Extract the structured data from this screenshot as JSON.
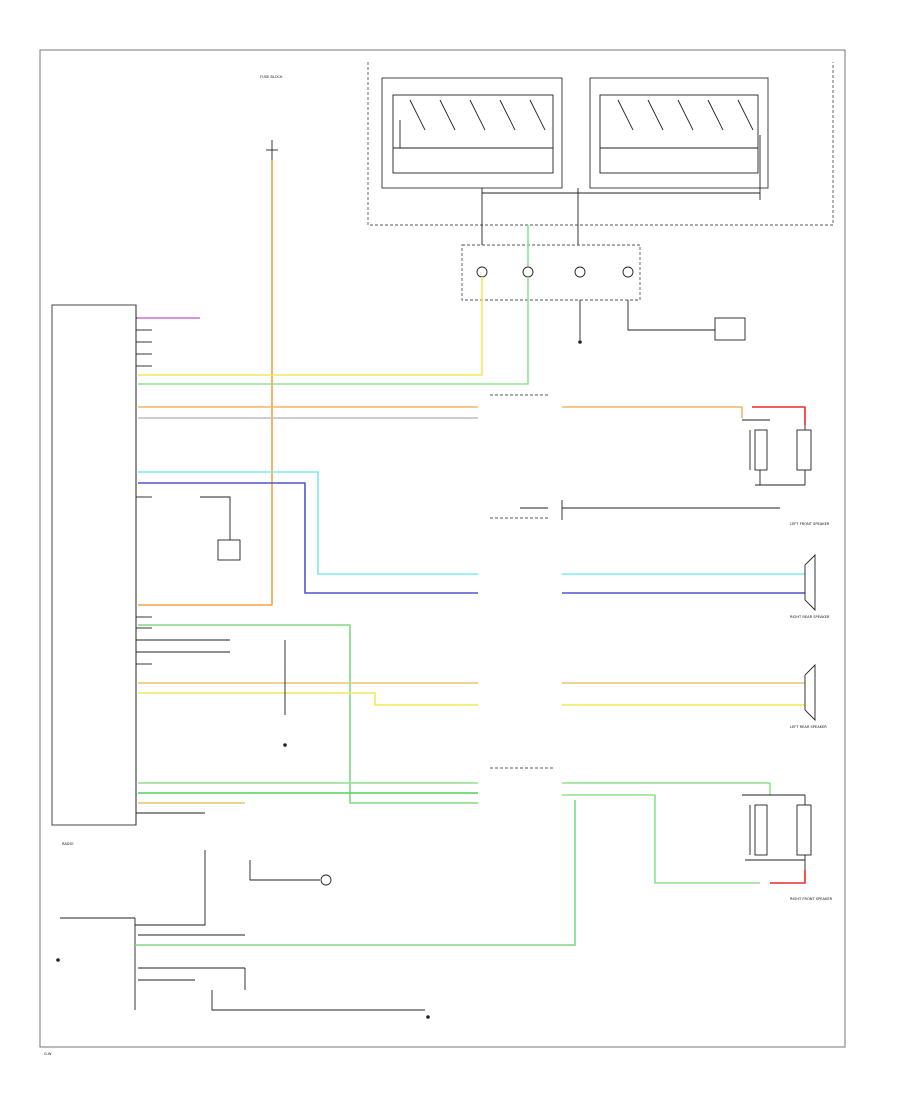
{
  "colors": {
    "orange": "#f5a244",
    "tan": "#e9c66e",
    "yellow": "#f1ea5a",
    "light_green": "#8fe28f",
    "green": "#4fd15a",
    "blue": "#4e57cc",
    "cyan": "#7fe9ef",
    "red": "#ef2a2a",
    "violet": "#cf6fd6",
    "gray": "#9a9a9a"
  },
  "labels": {
    "fuse_block": "FUSE BLOCK",
    "radio": "RADIO",
    "left_front_speaker": "LEFT FRONT SPEAKER",
    "right_front_speaker": "RIGHT FRONT SPEAKER",
    "left_rear_speaker": "LEFT REAR SPEAKER",
    "right_rear_speaker": "RIGHT REAR SPEAKER",
    "footer": "G-W"
  }
}
